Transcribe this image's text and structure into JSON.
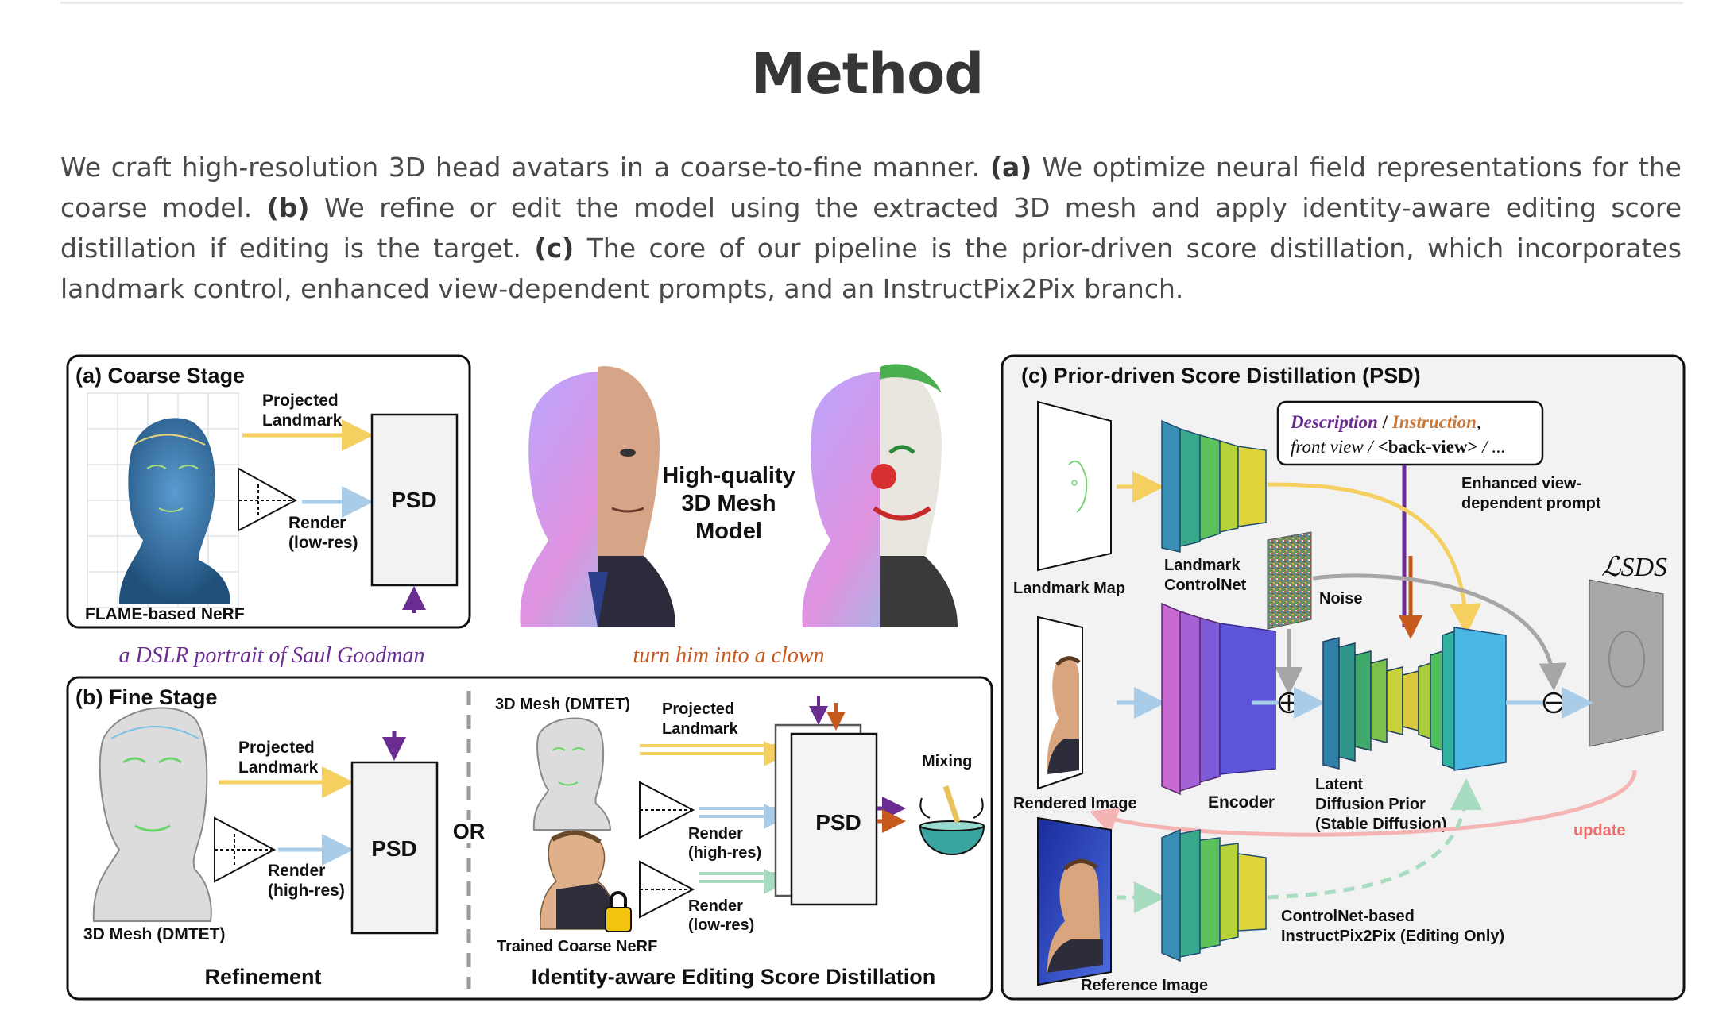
{
  "section_title": "Method",
  "paragraph": {
    "s1": "We craft high-resolution 3D head avatars in a coarse-to-fine manner.",
    "a_tag": "(a)",
    "s2": "We optimize neural field representations for the coarse model.",
    "b_tag": "(b)",
    "s3": "We refine or edit the model using the extracted 3D mesh and apply identity-aware editing score distillation if editing is the target.",
    "c_tag": "(c)",
    "s4": "The core of our pipeline is the prior-driven score distillation, which incorporates landmark control, enhanced view-dependent prompts, and an InstructPix2Pix branch."
  },
  "figure": {
    "coarse": {
      "title": "(a) Coarse Stage",
      "projected_landmark_1": "Projected",
      "projected_landmark_2": "Landmark",
      "render_1": "Render",
      "render_2": "(low-res)",
      "psd": "PSD",
      "nerf_caption": "FLAME-based NeRF"
    },
    "mesh_label_1": "High-quality",
    "mesh_label_2": "3D Mesh",
    "mesh_label_3": "Model",
    "prompt_portrait": "a DSLR portrait of Saul Goodman",
    "prompt_clown": "turn him into a clown",
    "fine": {
      "title": "(b) Fine Stage",
      "projected_landmark_1": "Projected",
      "projected_landmark_2": "Landmark",
      "render_1": "Render",
      "render_2": "(high-res)",
      "psd": "PSD",
      "mesh_caption": "3D Mesh (DMTET)",
      "refinement": "Refinement",
      "or": "OR",
      "edit_mesh_caption": "3D Mesh (DMTET)",
      "edit_projected_1": "Projected",
      "edit_projected_2": "Landmark",
      "edit_render_hi_1": "Render",
      "edit_render_hi_2": "(high-res)",
      "edit_render_lo_1": "Render",
      "edit_render_lo_2": "(low-res)",
      "edit_psd": "PSD",
      "mixing": "Mixing",
      "trained_nerf": "Trained Coarse NeRF",
      "editing_title": "Identity-aware Editing Score Distillation"
    },
    "psd_panel": {
      "title": "(c) Prior-driven Score Distillation (PSD)",
      "prompt_description": "Description",
      "prompt_slash": " / ",
      "prompt_instruction": "Instruction",
      "prompt_comma": ",",
      "prompt_line2a": "front view / ",
      "prompt_line2b": "<back-view>",
      "prompt_line2c": " / ...",
      "enhanced_1": "Enhanced view-",
      "enhanced_2": "dependent prompt",
      "landmark_map": "Landmark Map",
      "landmark_controlnet_1": "Landmark",
      "landmark_controlnet_2": "ControlNet",
      "noise": "Noise",
      "loss": "ℒSDS",
      "rendered_image": "Rendered Image",
      "encoder": "Encoder",
      "ldp_1": "Latent",
      "ldp_2": "Diffusion Prior",
      "ldp_3": "(Stable Diffusion)",
      "update": "update",
      "reference_image": "Reference Image",
      "ip2p_1": "ControlNet-based",
      "ip2p_2": "InstructPix2Pix (Editing Only)"
    }
  },
  "colors": {
    "yellow": "#f5cf5f",
    "blue": "#a9cde8",
    "green": "#a8dcc0",
    "purple": "#6a2c91",
    "orange": "#c55a1c",
    "gray": "#a6a6a6",
    "pink": "#f4b4b4",
    "update_text": "#ee6e6e"
  }
}
